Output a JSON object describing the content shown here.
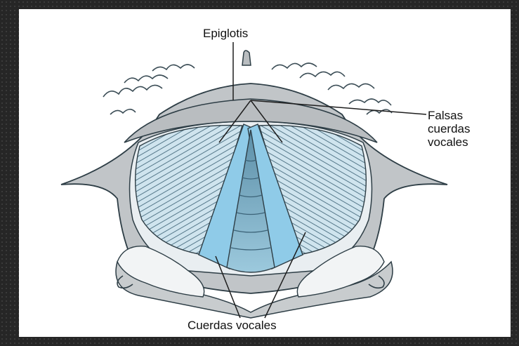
{
  "labels": {
    "epiglottis": "Epiglotis",
    "false_vocal_cords": "Falsas cuerdas vocales",
    "vocal_cords": "Cuerdas vocales"
  },
  "colors": {
    "frame": "#262626",
    "panel": "#ffffff",
    "epiglottis_gray": "#b9bdc0",
    "vocal_cord_blue": "#8fcbe8",
    "glottis_blue": "#6fa8c2",
    "fold_lines": "#4f7283",
    "outline": "#2e3e46"
  }
}
